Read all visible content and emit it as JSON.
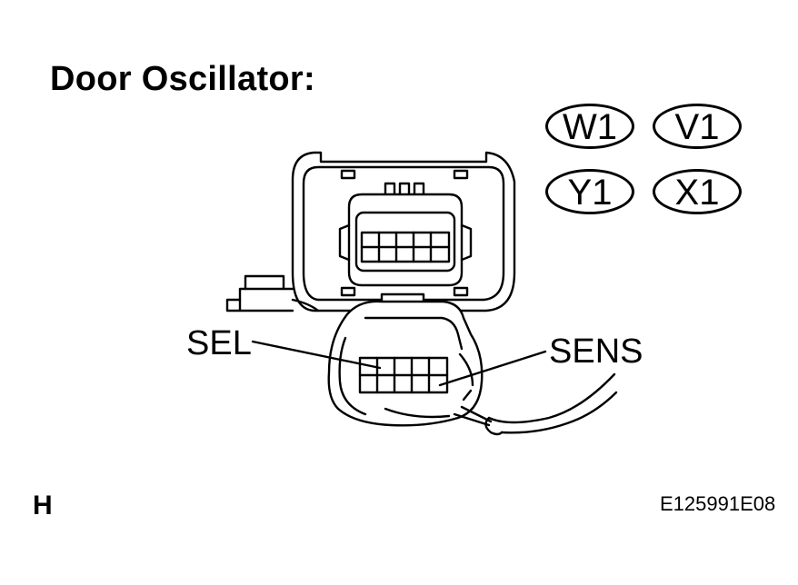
{
  "diagram": {
    "title": "Door Oscillator:",
    "connector_codes": [
      "W1",
      "V1",
      "Y1",
      "X1"
    ],
    "callouts": {
      "left": "SEL",
      "right": "SENS"
    },
    "corner_mark": "H",
    "reference_id": "E125991E08"
  }
}
